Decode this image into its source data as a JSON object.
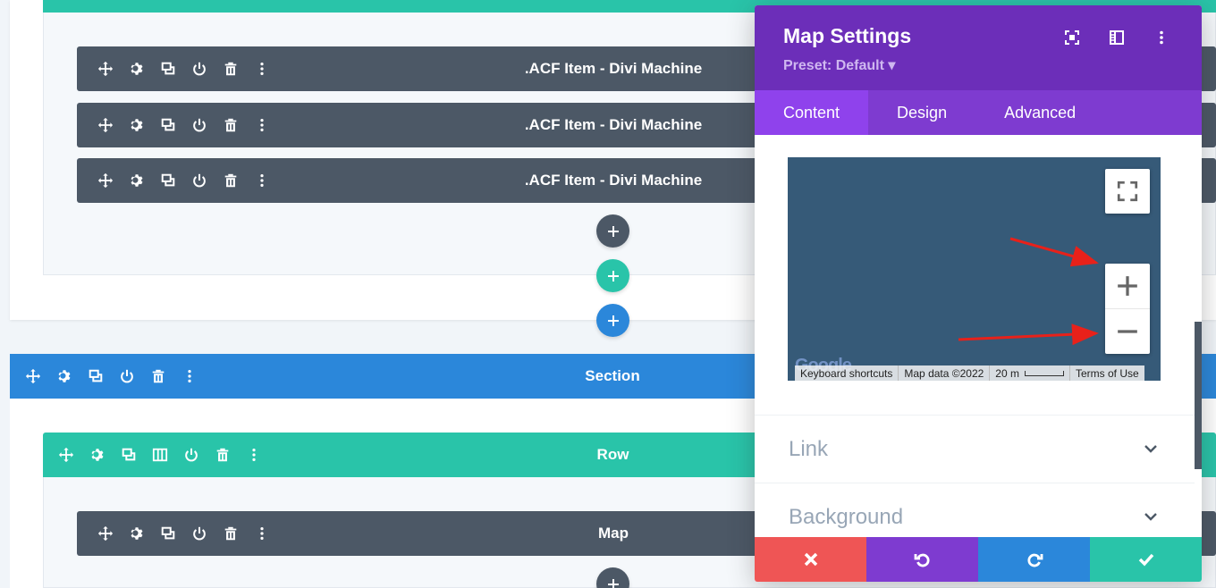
{
  "canvas": {
    "upper_row_modules": [
      {
        "title": ".ACF Item - Divi Machine"
      },
      {
        "title": ".ACF Item - Divi Machine"
      },
      {
        "title": ".ACF Item - Divi Machine"
      }
    ],
    "section": {
      "title": "Section"
    },
    "row": {
      "title": "Row"
    },
    "lower_row_modules": [
      {
        "title": "Map"
      }
    ],
    "add_buttons": {
      "module": "+",
      "row": "+",
      "section": "+"
    }
  },
  "modal": {
    "title": "Map Settings",
    "preset": "Preset: Default ▾",
    "tabs": [
      {
        "label": "Content",
        "active": true
      },
      {
        "label": "Design",
        "active": false
      },
      {
        "label": "Advanced",
        "active": false
      }
    ],
    "map": {
      "google_logo": "Google",
      "footer": [
        "Keyboard shortcuts",
        "Map data ©2022",
        "20 m",
        "Terms of Use"
      ]
    },
    "toggles": [
      {
        "label": "Link"
      },
      {
        "label": "Background"
      }
    ]
  },
  "colors": {
    "module_bar": "#4c5866",
    "row_green": "#29c4a9",
    "section_blue": "#2b87da",
    "modal_purple": "#6c2eb9",
    "tab_purple": "#7e3bd0",
    "cancel_red": "#ef5555",
    "undo_purple": "#7e3bd0",
    "redo_blue": "#2b87da",
    "save_green": "#29c4a9",
    "annotation_arrow": "#e8211a"
  }
}
